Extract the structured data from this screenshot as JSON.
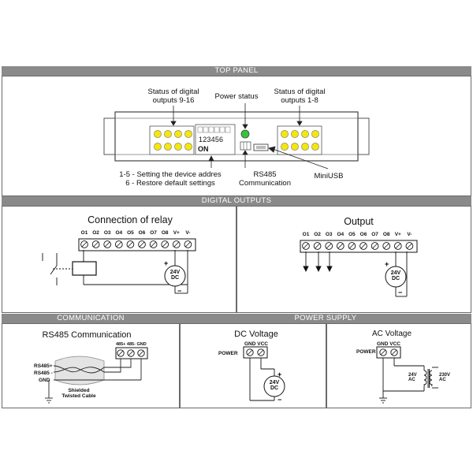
{
  "top_panel": {
    "header": "TOP PANEL",
    "label_outputs_9_16": [
      "Status of digital",
      "outputs 9-16"
    ],
    "label_power_status": "Power status",
    "label_outputs_1_8": [
      "Status of digital",
      "outputs 1-8"
    ],
    "dip_numbers": "123456",
    "dip_on": "ON",
    "label_dip_1": "1-5 - Setting the device addres",
    "label_dip_2": "6 - Restore default settings",
    "label_rs485": [
      "RS485",
      "Communication"
    ],
    "label_miniusb": "MiniUSB"
  },
  "digital_outputs": {
    "header": "DIGITAL OUTPUTS",
    "relay_title": "Connection of relay",
    "output_title": "Output",
    "terminals": [
      "O1",
      "O2",
      "O3",
      "O4",
      "O5",
      "O6",
      "O7",
      "O8",
      "V+",
      "V-"
    ],
    "supply_line1": "24V",
    "supply_line2": "DC"
  },
  "communication": {
    "header": "COMMUNICATION",
    "title": "RS485 Communication",
    "terminal_labels": "485+ 485- GND",
    "wire_rs485p": "RS485+",
    "wire_rs485m": "RS485 -",
    "wire_gnd": "GND",
    "cable_line1": "Shielded",
    "cable_line2": "Twisted Cable"
  },
  "power_supply": {
    "header": "POWER SUPPLY",
    "dc_title": "DC Voltage",
    "ac_title": "AC Voltage",
    "terminal_labels": "GND VCC",
    "power_label": "POWER",
    "dc_line1": "24V",
    "dc_line2": "DC",
    "ac_left_1": "24V",
    "ac_left_2": "AC",
    "ac_right_1": "230V",
    "ac_right_2": "AC"
  }
}
